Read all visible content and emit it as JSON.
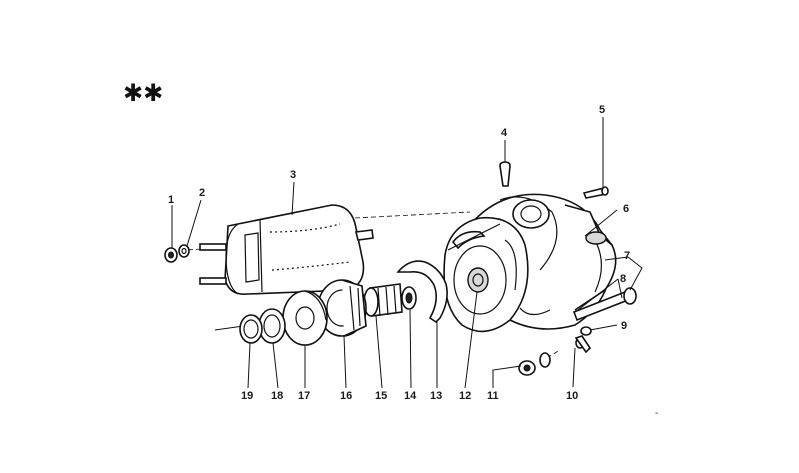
{
  "marks": {
    "stars": "✱✱",
    "corner": "-"
  },
  "callouts": [
    {
      "id": "1",
      "text": "1"
    },
    {
      "id": "2",
      "text": "2"
    },
    {
      "id": "3",
      "text": "3"
    },
    {
      "id": "4",
      "text": "4"
    },
    {
      "id": "5",
      "text": "5"
    },
    {
      "id": "6",
      "text": "6"
    },
    {
      "id": "7",
      "text": "7"
    },
    {
      "id": "8",
      "text": "8"
    },
    {
      "id": "9",
      "text": "9"
    },
    {
      "id": "10",
      "text": "10"
    },
    {
      "id": "11",
      "text": "11"
    },
    {
      "id": "12",
      "text": "12"
    },
    {
      "id": "13",
      "text": "13"
    },
    {
      "id": "14",
      "text": "14"
    },
    {
      "id": "15",
      "text": "15"
    },
    {
      "id": "16",
      "text": "16"
    },
    {
      "id": "17",
      "text": "17"
    },
    {
      "id": "18",
      "text": "18"
    },
    {
      "id": "19",
      "text": "19"
    }
  ]
}
